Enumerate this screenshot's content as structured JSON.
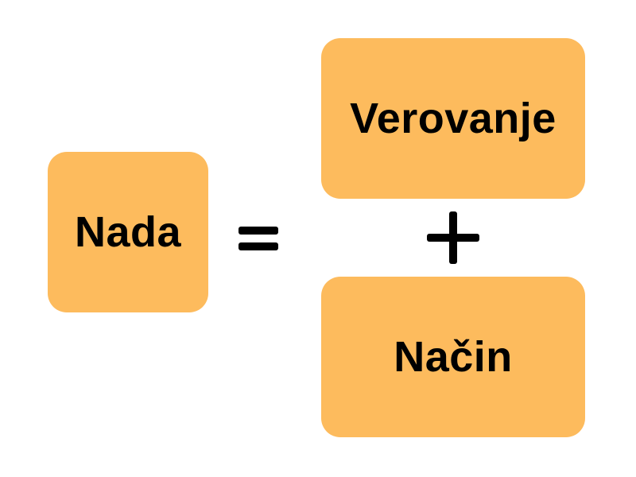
{
  "colors": {
    "box_fill": "#FDBB5D",
    "text": "#000000",
    "background": "#FFFFFF"
  },
  "left_term": {
    "label": "Nada"
  },
  "operators": {
    "equals": "=",
    "plus": "+"
  },
  "right_terms": [
    {
      "label": "Verovanje"
    },
    {
      "label": "Način"
    }
  ]
}
